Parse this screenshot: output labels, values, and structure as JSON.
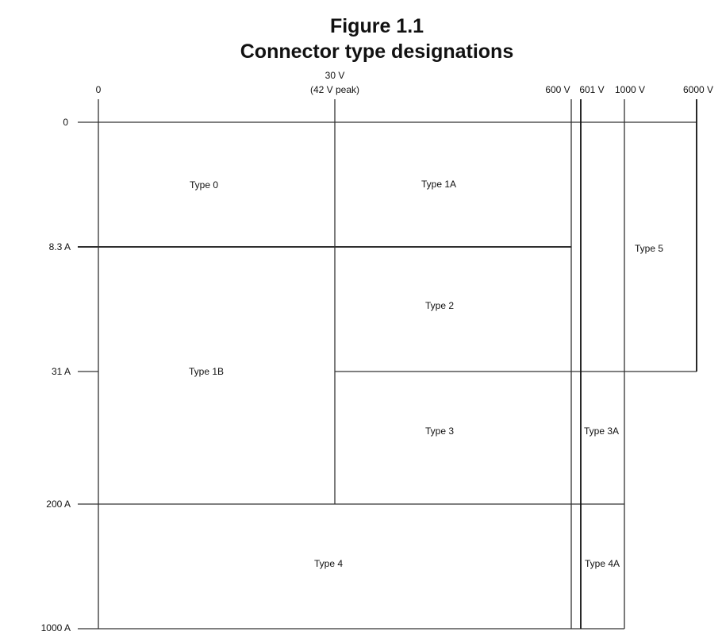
{
  "title": {
    "line1": "Figure 1.1",
    "line2": "Connector type designations"
  },
  "voltage_labels": {
    "v0": "0",
    "v30_line1": "30 V",
    "v30_line2": "(42 V peak)",
    "v600": "600 V",
    "v601": "601 V",
    "v1000": "1000 V",
    "v6000": "6000 V"
  },
  "current_labels": {
    "c0": "0",
    "c8_3": "8.3 A",
    "c31": "31 A",
    "c200": "200 A",
    "c1000": "1000 A"
  },
  "regions": {
    "type0": "Type 0",
    "type1a": "Type 1A",
    "type1b": "Type 1B",
    "type2": "Type 2",
    "type3": "Type 3",
    "type3a": "Type 3A",
    "type4": "Type 4",
    "type4a": "Type 4A",
    "type5": "Type 5"
  }
}
